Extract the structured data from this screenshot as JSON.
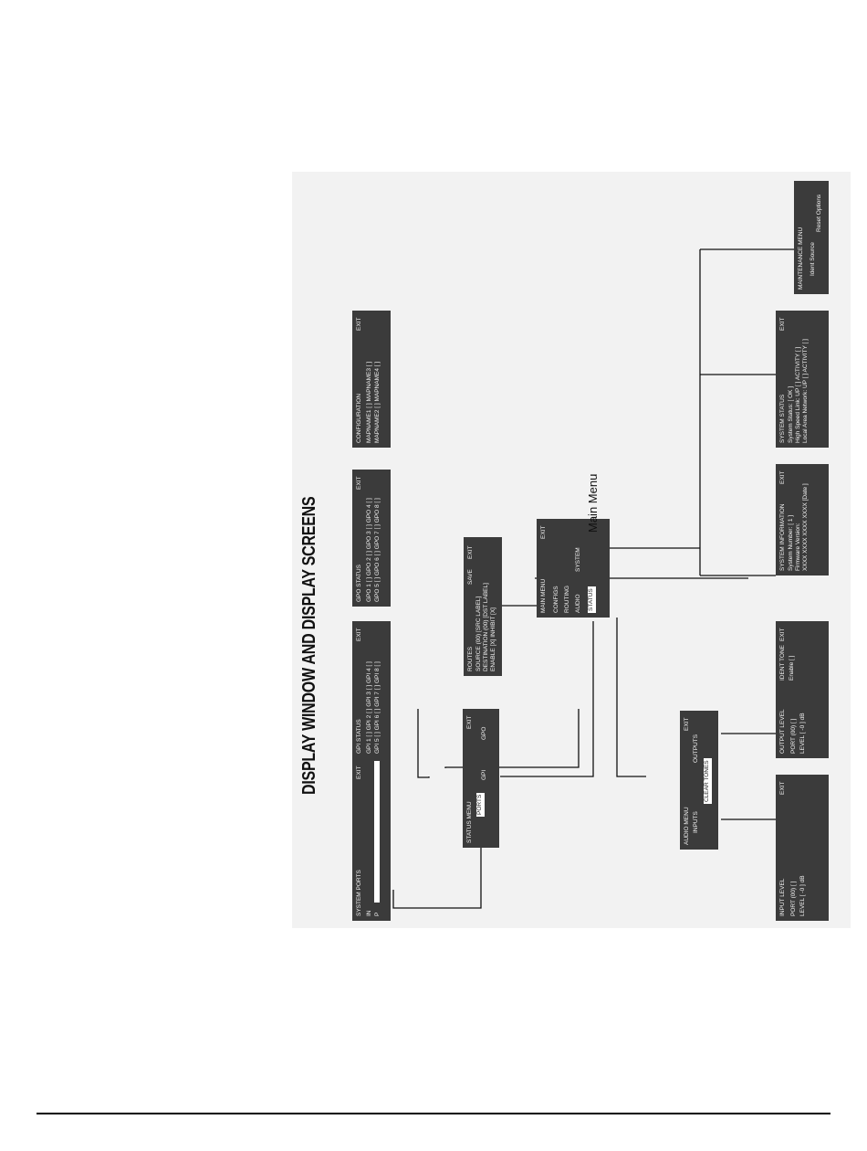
{
  "title": "DISPLAY WINDOW AND DISPLAY SCREENS",
  "main_menu_caption": "Main Menu",
  "system_ports": {
    "title": "SYSTEM PORTS",
    "exit": "EXIT",
    "row_in": "IN",
    "row_p": "P"
  },
  "status_menu": {
    "title": "STATUS MENU",
    "ports": "PORTS",
    "gpi": "GPI",
    "gpo": "GPO",
    "exit": "EXIT"
  },
  "gpi_status": {
    "title": "GPI STATUS",
    "exit": "EXIT",
    "row1": "GPI 1 [ ]   GPI 2 [ ]   GPI 3 [ ]   GPI 4 [ ]",
    "row2": "GPI 5 [ ]   GPI 6 [ ]   GPI 7 [ ]   GPI 8 [ ]"
  },
  "gpo_status": {
    "title": "GPO STATUS",
    "exit": "EXIT",
    "row1": "GPO 1 [ ]   GPO 2 [ ]   GPO 3 [ ]   GPO 4 [ ]",
    "row2": "GPO 5 [ ]   GPO 6 [ ]   GPO 7 [ ]   GPO 8 [ ]"
  },
  "routes": {
    "title": "ROUTES",
    "save": "SAVE",
    "exit": "EXIT",
    "row1": "SOURCE (00)     [SRC LABEL]",
    "row2": "DESTINATION (00)   [DST LABEL]",
    "row3": "ENABLE [X]       INHIBIT [X]"
  },
  "configuration": {
    "title": "CONFIGURATION",
    "exit": "EXIT",
    "row1": "MAPNAME1 [ ]     MAPNAME3 [ ]",
    "row2": "MAPNAME2 [ ]     MAPNAME4 [ ]"
  },
  "main_menu": {
    "title": "MAIN MENU",
    "exit": "EXIT",
    "status": "STATUS",
    "audio": "AUDIO",
    "routing": "ROUTING",
    "config": "CONFIGS",
    "system": "SYSTEM"
  },
  "audio_menu": {
    "title": "AUDIO MENU",
    "exit": "EXIT",
    "inputs": "INPUTS",
    "outputs": "OUTPUTS",
    "clear_tones": "CLEAR TONES"
  },
  "input_level": {
    "title": "INPUT LEVEL",
    "exit": "EXIT",
    "row1": "PORT (00) [ ]",
    "row2": "LEVEL [ -0 ] dB"
  },
  "output_level": {
    "title": "OUTPUT LEVEL",
    "ident": "IDENT TONE",
    "exit": "EXIT",
    "row1": "PORT (00) [ ]",
    "row2": "LEVEL [ -0 ] dB",
    "row3": "Enable [ ]"
  },
  "system_information": {
    "title": "SYSTEM INFORMATION",
    "exit": "EXIT",
    "row1": "System Number: [ 1 ]",
    "row2": "Firmware Version:",
    "row3": "XXXX XXXX XXXX XXXX    [Date         ]"
  },
  "system_status": {
    "title": "SYSTEM STATUS",
    "exit": "EXIT",
    "row1": "System Status:  [ OK ]",
    "row2": "High Speed Link:   UP [ ]   ACTIVITY [ ]",
    "row3": "Local Area Network: UP [ ]  ACTIVITY [ ]"
  },
  "maintenance_menu": {
    "title": "MAINTENANCE MENU",
    "ident_source": "Ident Source",
    "reset_options": "Reset Options"
  }
}
